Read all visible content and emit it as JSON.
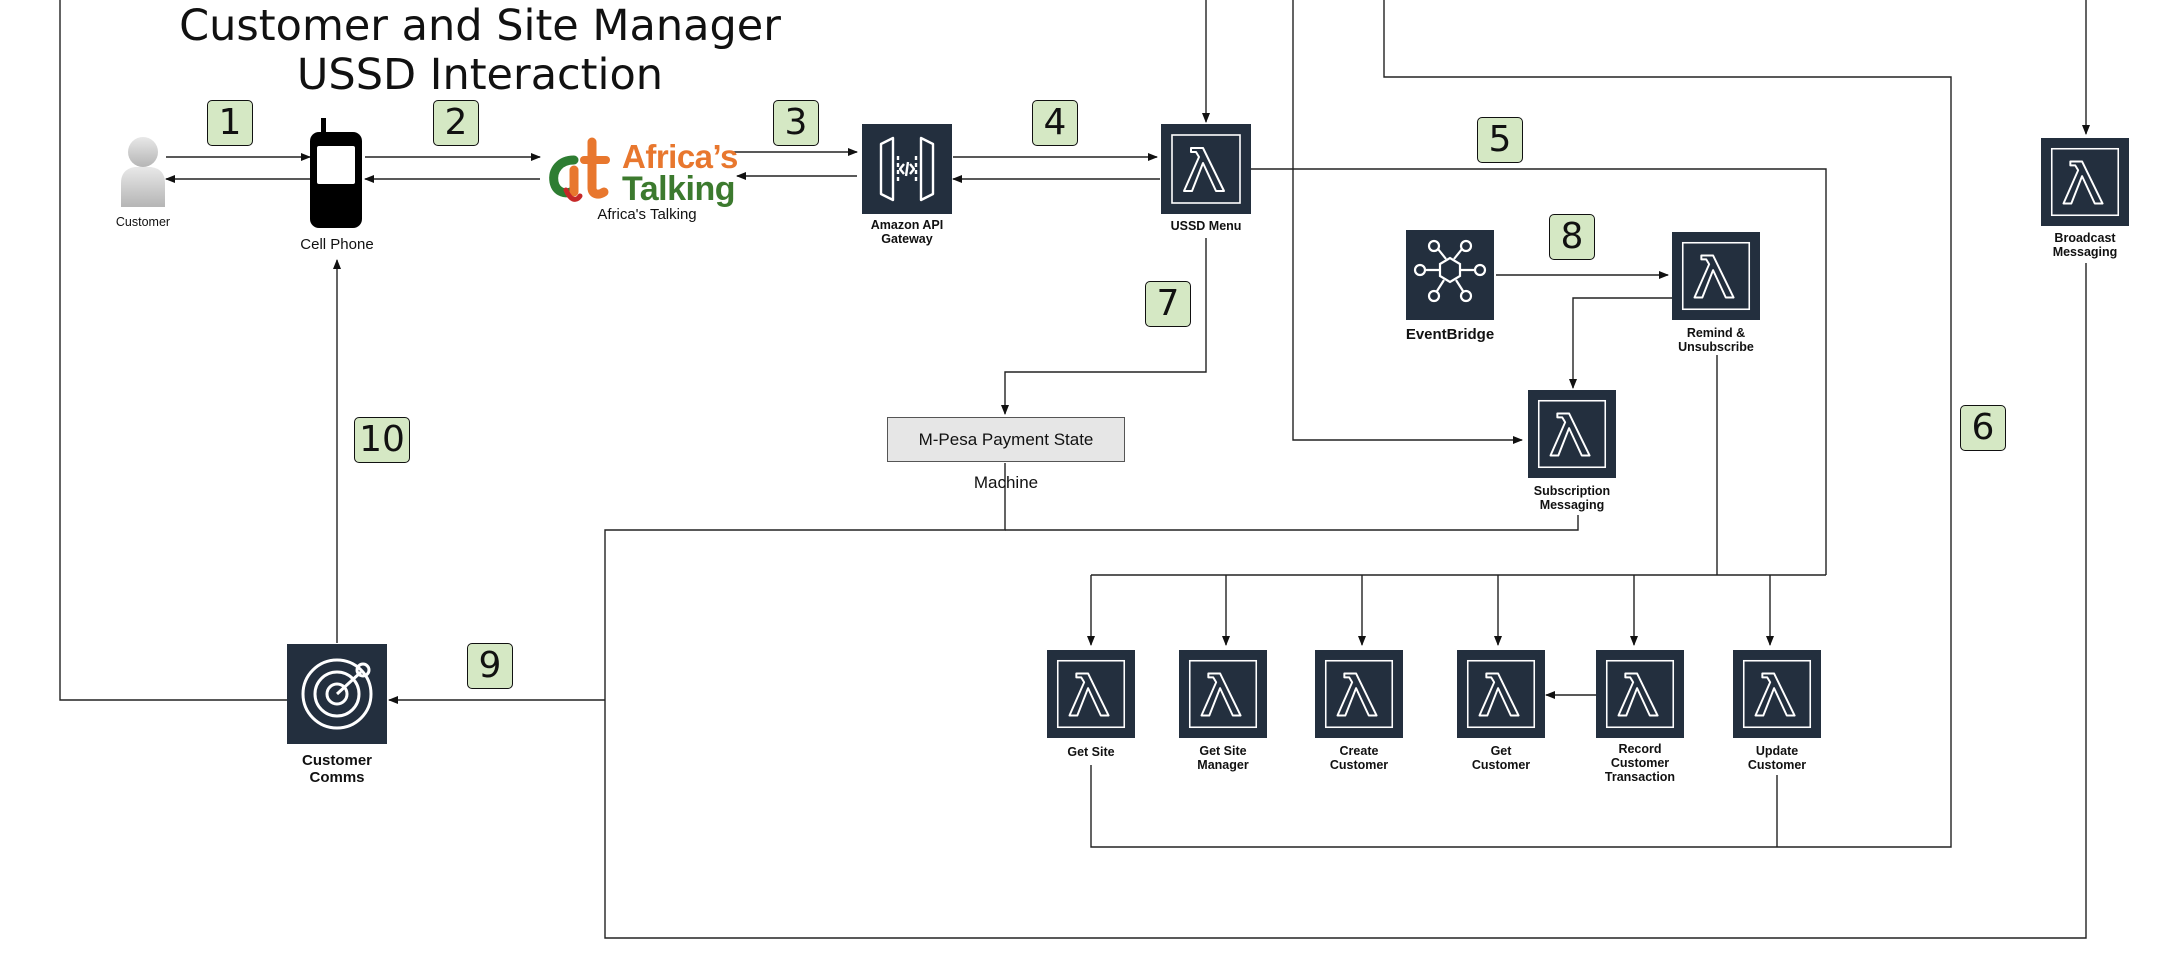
{
  "title": {
    "line1": "Customer and Site Manager",
    "line2": "USSD Interaction"
  },
  "steps": [
    "1",
    "2",
    "3",
    "4",
    "5",
    "6",
    "7",
    "8",
    "9",
    "10"
  ],
  "nodes": {
    "customer": "Customer",
    "cell_phone": "Cell Phone",
    "africas_talking": "Africa's Talking",
    "africas_talking_logo": {
      "line1": "Africa’s",
      "line2": "Talking"
    },
    "api_gateway": "Amazon API Gateway",
    "ussd_menu": "USSD Menu",
    "eventbridge": "EventBridge",
    "remind_unsubscribe": "Remind & Unsubscribe",
    "subscription_messaging": "Subscription Messaging",
    "broadcast_messaging": "Broadcast Messaging",
    "mpesa_state_machine": "M-Pesa Payment State Machine",
    "customer_comms": "Customer Comms",
    "get_site": "Get Site",
    "get_site_manager": "Get Site Manager",
    "create_customer": "Create Customer",
    "get_customer": "Get Customer",
    "record_customer_transaction": "Record Customer Transaction",
    "update_customer": "Update Customer"
  },
  "colors": {
    "aws_tile": "#232f3e",
    "step_badge": "#d5e8c4",
    "state_box": "#e6e6e6",
    "brand_orange": "#e8772e",
    "brand_green": "#3c7a2e"
  },
  "icons": {
    "lambda": "lambda-icon",
    "api_gateway": "api-gateway-icon",
    "eventbridge": "eventbridge-icon",
    "customer_comms": "radar-icon",
    "customer": "person-icon",
    "cell_phone": "cell-phone-icon"
  }
}
